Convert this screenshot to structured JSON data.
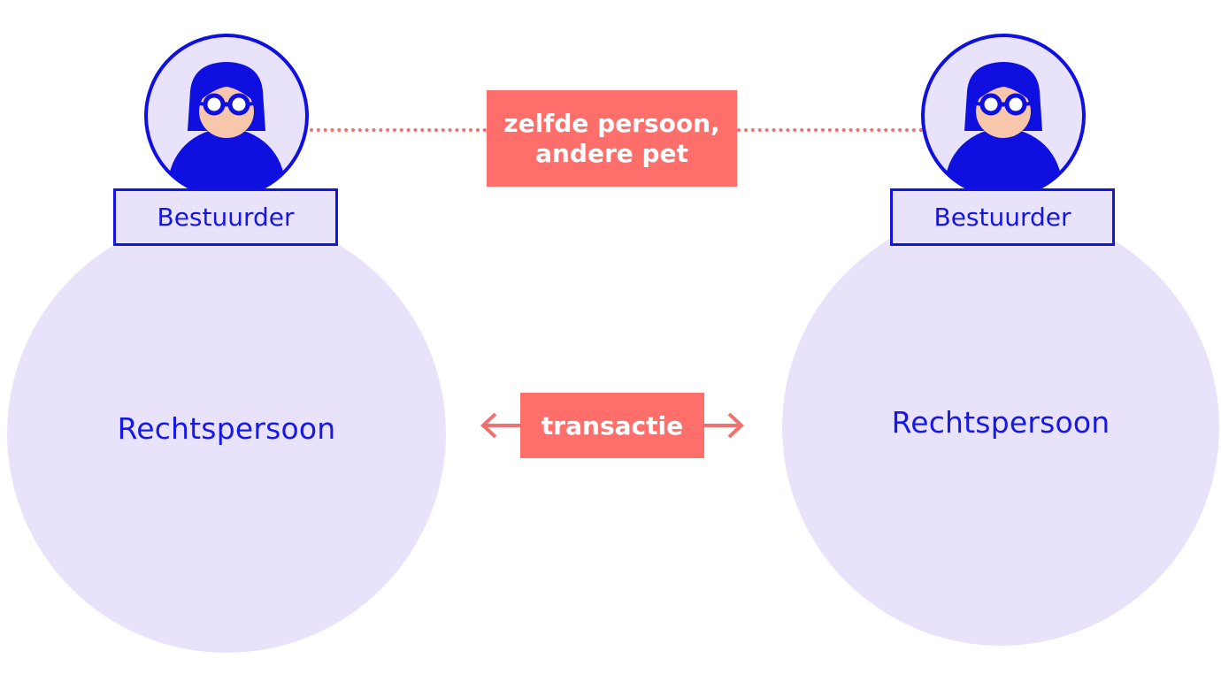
{
  "left": {
    "role_label": "Bestuurder",
    "entity_label": "Rechtspersoon"
  },
  "right": {
    "role_label": "Bestuurder",
    "entity_label": "Rechtspersoon"
  },
  "same_person_note": {
    "line1": "zelfde persoon,",
    "line2": "andere pet"
  },
  "transaction_label": "transactie",
  "colors": {
    "primary_blue": "#0f0fe0",
    "lavender": "#e8e3fb",
    "coral": "#fe6f6c",
    "skin": "#f8c6ab"
  },
  "icons": [
    "person-with-glasses-icon",
    "double-arrow-icon"
  ]
}
